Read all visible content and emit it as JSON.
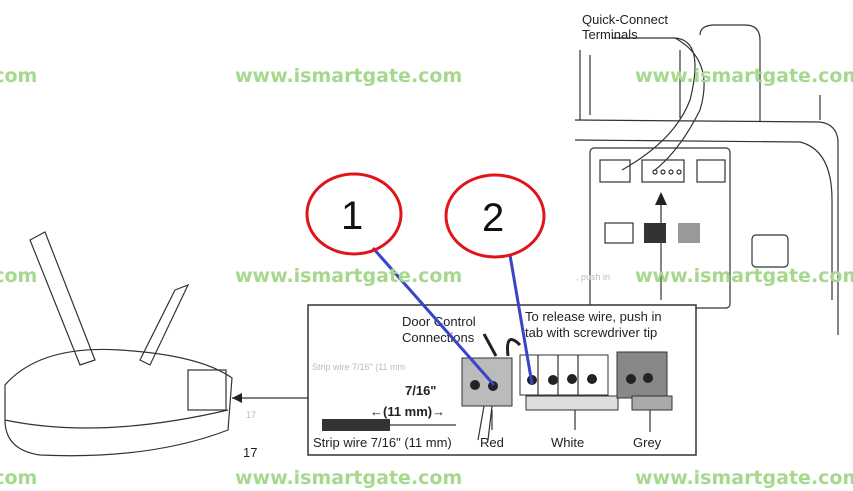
{
  "watermark": "www.ismartgate.com",
  "watermark_partial": ".com",
  "callouts": [
    {
      "label": "1"
    },
    {
      "label": "2"
    }
  ],
  "labels": {
    "quick_connect_1": "Quick-Connect",
    "quick_connect_2": "Terminals",
    "door_control_1": "Door Control",
    "door_control_2": "Connections",
    "release_1": "To release wire, push in",
    "release_2": "tab with screwdriver tip",
    "fraction": "7/16\"",
    "mm": "←(11 mm)→",
    "strip": "Strip wire 7/16\" (11 mm)",
    "red": "Red",
    "white": "White",
    "grey": "Grey",
    "page_number": "17",
    "ghost_page": "17",
    "ghost_strip": "Strip wire 7/16\" (11 mm",
    "ghost_push": ", push in"
  },
  "colors": {
    "callout_ring": "#e0141b",
    "pointer_line": "#3a44c8",
    "watermark": "#a6d88e"
  }
}
